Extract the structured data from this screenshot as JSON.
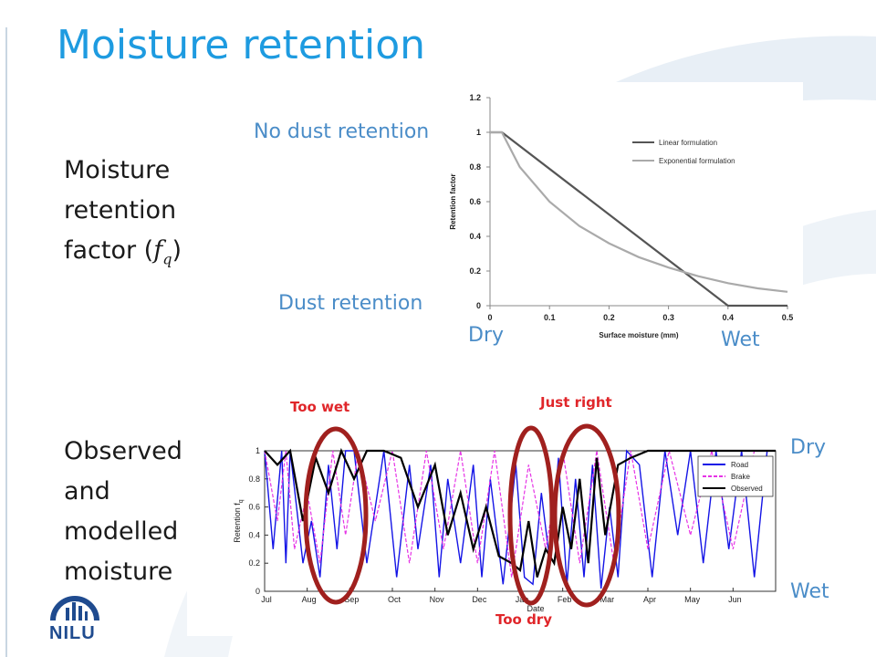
{
  "slide": {
    "title": "Moisture retention",
    "text_top_lines": [
      "Moisture",
      "retention",
      "factor ("
    ],
    "fq_symbol": "f",
    "fq_subscript": "q",
    "text_top_close": ")",
    "text_bottom_lines": [
      "Observed",
      "and",
      "modelled",
      "moisture"
    ],
    "label_no_dust": "No dust retention",
    "label_dust": "Dust retention",
    "label_dry_top": "Dry",
    "label_wet_top": "Wet",
    "label_dry_bottom": "Dry",
    "label_wet_bottom": "Wet",
    "label_too_wet": "Too wet",
    "label_just_right": "Just right",
    "label_too_dry": "Too dry",
    "logo_text": "NILU",
    "colors": {
      "title": "#1e9be0",
      "label_blue": "#4b8dc8",
      "annotation_red": "#e0262a",
      "ellipse": "#a0201e"
    }
  },
  "chart_data": [
    {
      "type": "line",
      "title": "",
      "xlabel": "Surface moisture (mm)",
      "ylabel": "Retention factor",
      "xlim": [
        0,
        0.5
      ],
      "ylim": [
        0,
        1.2
      ],
      "x_ticks": [
        "0",
        "0.1",
        "0.2",
        "0.3",
        "0.4",
        "0.5"
      ],
      "y_ticks": [
        "0",
        "0.2",
        "0.4",
        "0.6",
        "0.8",
        "1",
        "1.2"
      ],
      "legend_position": "top-right",
      "grid": false,
      "series": [
        {
          "name": "Linear formulation",
          "color": "#555555",
          "x": [
            0,
            0.02,
            0.4,
            0.5
          ],
          "y": [
            1,
            1,
            0,
            0
          ]
        },
        {
          "name": "Exponential formulation",
          "color": "#aaaaaa",
          "x": [
            0,
            0.02,
            0.05,
            0.1,
            0.15,
            0.2,
            0.25,
            0.3,
            0.35,
            0.4,
            0.45,
            0.5
          ],
          "y": [
            1,
            1,
            0.8,
            0.6,
            0.46,
            0.36,
            0.28,
            0.22,
            0.17,
            0.13,
            0.1,
            0.08
          ]
        }
      ]
    },
    {
      "type": "line",
      "title": "",
      "xlabel": "Date",
      "ylabel": "Retention f",
      "ylabel_subscript": "q",
      "x_ticks": [
        "Jul",
        "Aug",
        "Sep",
        "Oct",
        "Nov",
        "Dec",
        "Jan",
        "Feb",
        "Mar",
        "Apr",
        "May",
        "Jun"
      ],
      "y_ticks": [
        "0",
        "0.2",
        "0.4",
        "0.6",
        "0.8",
        "1"
      ],
      "ylim": [
        0,
        1
      ],
      "legend_position": "top-right",
      "grid": false,
      "series": [
        {
          "name": "Road",
          "color": "#1414e6",
          "x": [
            0,
            0.2,
            0.4,
            0.5,
            0.6,
            0.75,
            0.9,
            1.1,
            1.3,
            1.5,
            1.7,
            1.9,
            2.1,
            2.4,
            2.8,
            3.1,
            3.4,
            3.6,
            3.9,
            4.1,
            4.3,
            4.6,
            4.9,
            5.1,
            5.3,
            5.6,
            5.9,
            6.1,
            6.3,
            6.5,
            6.7,
            6.9,
            7.1,
            7.3,
            7.5,
            7.7,
            7.9,
            8.1,
            8.3,
            8.5,
            8.8,
            9.1,
            9.4,
            9.7,
            10,
            10.3,
            10.6,
            10.9,
            11.2,
            11.5,
            11.8,
            12
          ],
          "y": [
            1,
            0.3,
            1,
            0.2,
            1,
            0.6,
            0.2,
            0.5,
            0.1,
            0.9,
            0.3,
            1,
            1,
            0.2,
            1,
            0.1,
            0.9,
            0.3,
            0.9,
            0.1,
            0.8,
            0.2,
            0.9,
            0.1,
            0.8,
            0.05,
            0.9,
            0.1,
            0.05,
            0.7,
            0.2,
            0.95,
            0.05,
            0.8,
            0.1,
            0.9,
            0.02,
            0.6,
            0.1,
            1,
            0.9,
            0.1,
            1,
            0.4,
            1,
            0.2,
            1,
            0.3,
            1,
            0.1,
            1,
            1
          ]
        },
        {
          "name": "Brake",
          "color": "#e633e6",
          "x": [
            0,
            0.3,
            0.5,
            0.7,
            1.0,
            1.3,
            1.6,
            1.9,
            2.2,
            2.6,
            3.0,
            3.4,
            3.8,
            4.2,
            4.6,
            5.0,
            5.4,
            5.8,
            6.2,
            6.6,
            7.0,
            7.4,
            7.8,
            8.2,
            8.6,
            9.0,
            9.5,
            10,
            10.5,
            11,
            11.5,
            12
          ],
          "y": [
            1,
            0.5,
            1,
            0.3,
            0.7,
            0.2,
            1,
            0.4,
            1,
            0.5,
            1,
            0.2,
            1,
            0.3,
            1,
            0.2,
            1,
            0.1,
            0.9,
            0.3,
            1,
            0.2,
            1,
            0.2,
            1,
            0.3,
            1,
            0.4,
            1,
            0.3,
            1,
            1
          ]
        },
        {
          "name": "Observed",
          "color": "#000000",
          "x": [
            0,
            0.3,
            0.6,
            0.9,
            1.2,
            1.5,
            1.8,
            2.1,
            2.4,
            2.8,
            3.2,
            3.6,
            4.0,
            4.3,
            4.6,
            4.9,
            5.2,
            5.5,
            5.8,
            6.0,
            6.2,
            6.4,
            6.6,
            6.8,
            7.0,
            7.2,
            7.4,
            7.6,
            7.8,
            8.0,
            8.3,
            8.6,
            9.0,
            9.5,
            10,
            10.5,
            11,
            11.5,
            12
          ],
          "y": [
            1,
            0.9,
            1,
            0.5,
            0.95,
            0.7,
            1,
            0.8,
            1,
            1,
            0.95,
            0.6,
            0.9,
            0.4,
            0.7,
            0.3,
            0.6,
            0.25,
            0.2,
            0.15,
            0.5,
            0.1,
            0.3,
            0.2,
            0.6,
            0.3,
            0.8,
            0.2,
            0.95,
            0.4,
            0.9,
            0.95,
            1,
            1,
            1,
            1,
            1,
            1,
            1
          ]
        }
      ]
    }
  ]
}
